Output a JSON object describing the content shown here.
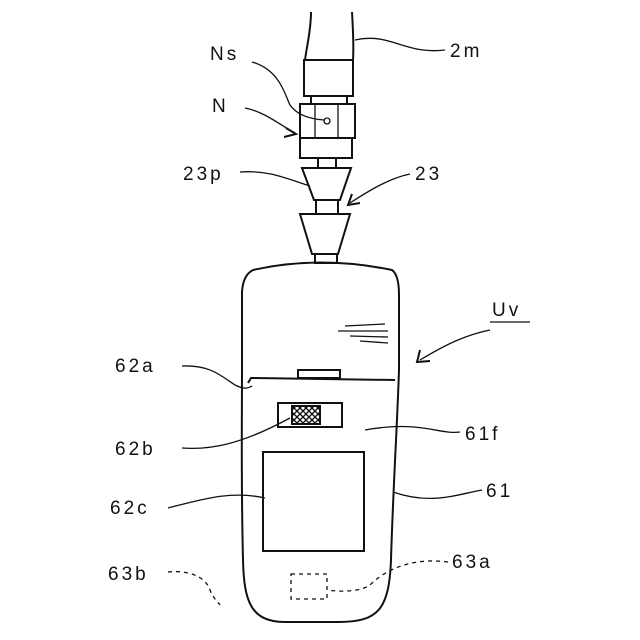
{
  "figure": {
    "labels": {
      "cable": "2m",
      "connector_screw": "Ns",
      "connector": "N",
      "coupling_part": "23p",
      "coupling": "23",
      "unit": "Uv",
      "seam": "62a",
      "window_small": "62b",
      "display": "62c",
      "front_face": "61f",
      "housing": "61",
      "hidden_part_left": "63b",
      "hidden_part": "63a"
    }
  }
}
